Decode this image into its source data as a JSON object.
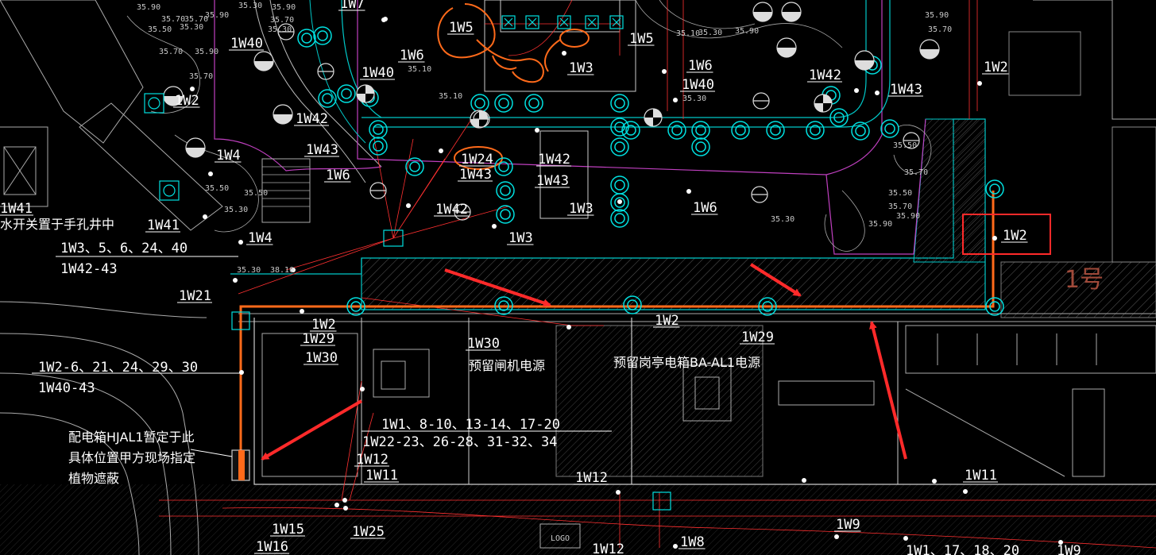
{
  "drawing": {
    "colors": {
      "background": "#000000",
      "power_route": "#ff6a1a",
      "markup_arrow": "#ff2a2a",
      "highlight_box": "#ff2a2a",
      "building_outline": "#00e0e0",
      "landscape_boundary": "#c040c0",
      "cable_lines": "#ff3030",
      "labels": "#ffffff",
      "elevation_text": "#c8c8c8"
    },
    "circuit_labels": [
      "1W7",
      "1W5",
      "1W5",
      "1W6",
      "1W3",
      "1W40",
      "1W40",
      "1W6",
      "1W40",
      "1W42",
      "1W43",
      "1W2",
      "1W2",
      "1W42",
      "1W43",
      "1W24",
      "1W43",
      "1W42",
      "1W43",
      "1W4",
      "1W6",
      "1W42",
      "1W3",
      "1W6",
      "1W3",
      "1W41",
      "1W4",
      "1W2",
      "1W21",
      "1W2",
      "1W29",
      "1W30",
      "1W30",
      "1W2",
      "1W29",
      "1W12",
      "1W11",
      "1W12",
      "1W11",
      "1W15",
      "1W25",
      "1W16",
      "1W12",
      "1W8",
      "1W9",
      "1W1、17、18、20",
      "1W9",
      "1W41"
    ],
    "group_labels": {
      "g1": "1W3、5、6、24、40",
      "g2": "1W42-43",
      "g3": "1W2-6、21、24、29、30",
      "g4": "1W40-43",
      "g5": "1W1、8-10、13-14、17-20",
      "g6": "1W22-23、26-28、31-32、34"
    },
    "notes": {
      "handhole": "水开关置于手孔井中",
      "gate_power": "预留闸机电源",
      "booth_power": "预留岗亭电箱BA-AL1电源",
      "panel_1": "配电箱HJAL1暂定于此",
      "panel_2": "具体位置甲方现场指定",
      "panel_3": "植物遮蔽"
    },
    "elevations": [
      "35.90",
      "35.70",
      "35.70",
      "35.30",
      "35.90",
      "35.30",
      "35.90",
      "35.70",
      "35.30",
      "35.50",
      "35.70",
      "35.90",
      "35.70",
      "35.50",
      "35.30",
      "38.10",
      "35.50",
      "35.30",
      "35.10",
      "35.50",
      "35.70",
      "35.90",
      "35.10",
      "35.30",
      "35.30",
      "35.90",
      "35.70",
      "35.50",
      "35.70",
      "35.90",
      "35.30",
      "35.10",
      "35.90"
    ],
    "logo_text": "LOGO",
    "building_number": "1号"
  }
}
